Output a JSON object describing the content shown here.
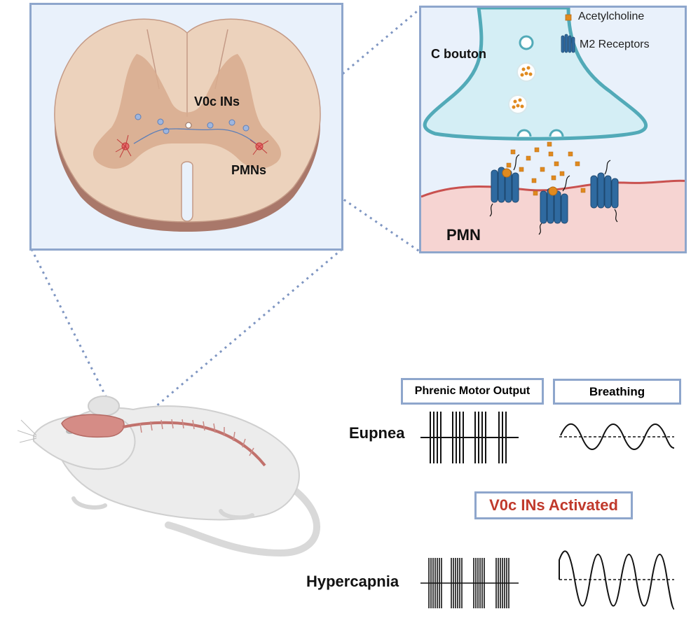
{
  "spinal_cord": {
    "v0c_label": "V0c INs",
    "pmn_label": "PMNs"
  },
  "synapse": {
    "c_bouton_label": "C bouton",
    "pmn_label": "PMN",
    "legend": {
      "acetylcholine": "Acetylcholine",
      "m2_receptors": "M2 Receptors"
    }
  },
  "output": {
    "phrenic_header": "Phrenic Motor Output",
    "breathing_header": "Breathing",
    "eupnea_label": "Eupnea",
    "activated_label": "V0c INs Activated",
    "hypercapnia_label": "Hypercapnia"
  },
  "colors": {
    "frame_blue": "#8ea6cc",
    "panel_bg": "#e9f1fb",
    "cord_tan": "#e8c9b0",
    "cord_edge": "#a9786a",
    "receptor_blue": "#2f6aa0",
    "ach_orange": "#e08a1f",
    "activated_red": "#c0392b"
  }
}
